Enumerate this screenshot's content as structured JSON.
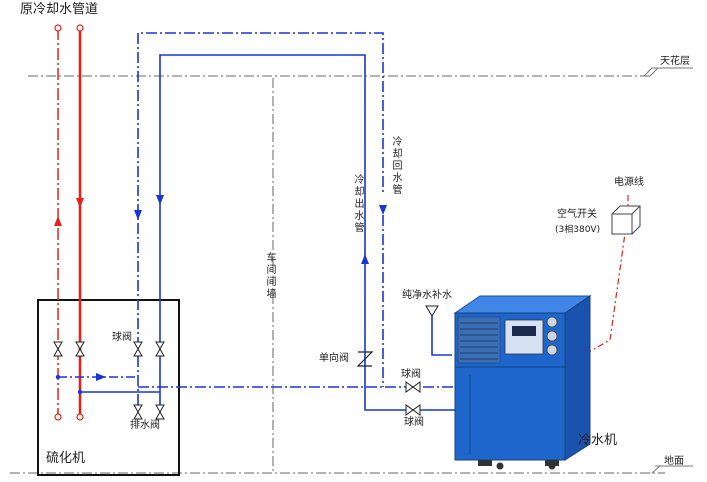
{
  "labels": {
    "source_pipe": "原冷却水管道",
    "ceiling": "天花层",
    "power_line": "电源线",
    "air_switch": "空气开关",
    "air_switch_spec": "(3相380V)",
    "return_pipe": "冷却回水管",
    "supply_pipe": "冷却出水管",
    "wall": "车间间墙",
    "makeup_water": "纯净水补水",
    "ball_valve_top": "球阀",
    "check_valve": "单向阀",
    "ball_valve_chiller_1": "球阀",
    "ball_valve_chiller_2": "球阀",
    "drain_valve": "排水阀",
    "vulcanizer": "硫化机",
    "chiller": "冷水机",
    "ground": "地面"
  },
  "colors": {
    "red_line": "#e2231a",
    "blue_line": "#1a35d6",
    "chiller_body": "#1e62c8",
    "dashed_grey": "#9a9a9a"
  }
}
